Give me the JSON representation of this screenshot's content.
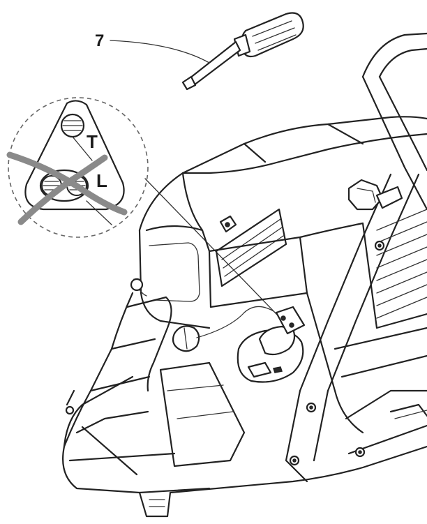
{
  "callouts": {
    "tool_number": "7",
    "screw_t": "T",
    "screw_l": "L"
  },
  "colors": {
    "line": "#222222",
    "cross_mark": "#8a8a8a",
    "background": "#ffffff"
  },
  "icons": {
    "tool": "screwdriver-icon",
    "forbidden": "cross-mark-icon"
  }
}
